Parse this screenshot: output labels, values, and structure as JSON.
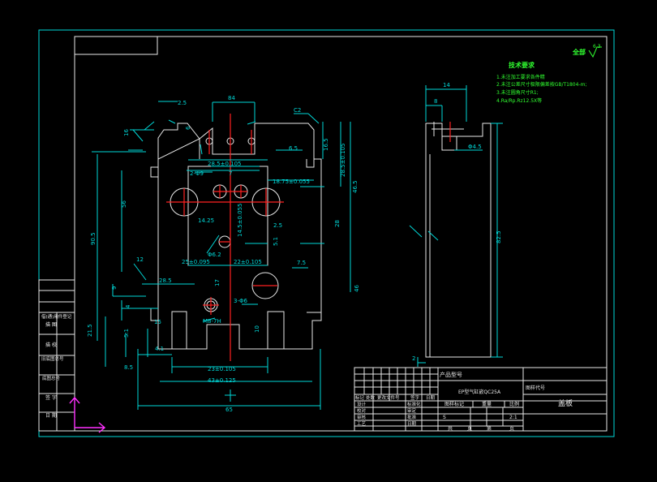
{
  "surface_note": "全部",
  "surface_symbol": "6.3",
  "tech_req": {
    "title": "技术要求",
    "items": [
      "1.未注加工要求各件精",
      "2.未注公差尺寸极限偏差按GB/T1804-m;",
      "3.未注圆角尺寸R1;",
      "4.Ra/Rp.Rz12.5X等"
    ]
  },
  "dims": {
    "d_2_5": "2.5",
    "d_84": "84",
    "d_c2": "C2",
    "d_16": "16",
    "d_6": "6",
    "d_28_5": "28.5±0.105",
    "d_6_5": "6.5",
    "d_16_5": "16.5",
    "d_7": "7",
    "d_2_phi": "2-Φ9",
    "d_18_75": "18.75±0.055",
    "d_28_5v": "28.5±0.105",
    "d_14_25": "14.25",
    "d_56": "56",
    "d_46_5": "46.5",
    "d_90_5": "90.5",
    "d_28": "28",
    "d_5_1": "5.1",
    "d_2_5b": "2.5",
    "d_14_5": "14.5±0.055",
    "d_phi62": "Φ6.2",
    "d_25": "25±0.095",
    "d_22": "22±0.105",
    "d_7_5": "7.5",
    "d_12": "12",
    "d_9": "9",
    "d_28_5c": "28.5",
    "d_4": "4",
    "d_3_phi": "3-Φ6",
    "d_m8": "M8-7H",
    "d_15": "15",
    "d_17": "17",
    "d_10": "10",
    "d_46": "46",
    "d_21_5": "21.5",
    "d_4_1": "4.1",
    "d_8_5": "8.5",
    "d_23": "23±0.105",
    "d_43": "43±0.125",
    "d_65": "65",
    "d_14": "14",
    "d_8": "8",
    "d_phi_s": "Φ4.5",
    "d_82_5": "82.5",
    "d_2": "2"
  },
  "left_column": [
    "借(通)用件登记",
    "描  图",
    "描  校",
    "旧底图总号",
    "底图总号",
    "签  字",
    "日  期"
  ],
  "title_block": {
    "product_label": "产品型号",
    "product_name": "EP型气缸嵌QC25A",
    "drawing_no_label": "图样代号",
    "part_name": "盖板",
    "header_row": [
      "标记",
      "处数",
      "更改文件号",
      "签字",
      "日期"
    ],
    "signers": [
      "设计",
      "校对",
      "审核",
      "工艺"
    ],
    "roles": [
      "标准化",
      "审定",
      "批准",
      "日期"
    ],
    "stage_label": "图样标记",
    "weight_label": "重量",
    "scale_label": "比例",
    "stage_value": "S",
    "scale_value": "2:1",
    "sheet_total": "共",
    "sheet_unit": "页",
    "sheet_no": "第",
    "sheet_unit2": "页"
  }
}
